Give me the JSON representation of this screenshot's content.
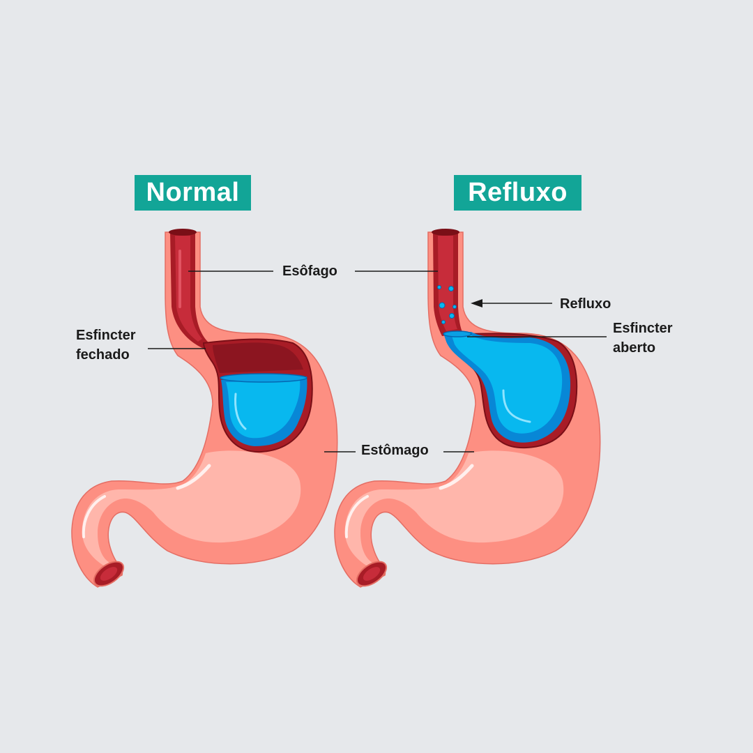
{
  "titles": {
    "normal": "Normal",
    "reflux": "Refluxo"
  },
  "labels": {
    "esophagus": "Esôfago",
    "sphincter_closed_line1": "Esfincter",
    "sphincter_closed_line2": "fechado",
    "stomach": "Estômago",
    "reflux": "Refluxo",
    "sphincter_open_line1": "Esfincter",
    "sphincter_open_line2": "aberto"
  },
  "colors": {
    "background": "#e6e8eb",
    "badge": "#12a597",
    "stomach_outer": "#fd8f82",
    "stomach_highlight": "#ffb6ab",
    "wall_dark": "#a81c26",
    "esophagus_inner": "#c72c3a",
    "acid": "#08b8ef",
    "acid_dark": "#0887d6",
    "text": "#1a1a1a"
  },
  "icons": [
    "arrow-left-icon"
  ]
}
